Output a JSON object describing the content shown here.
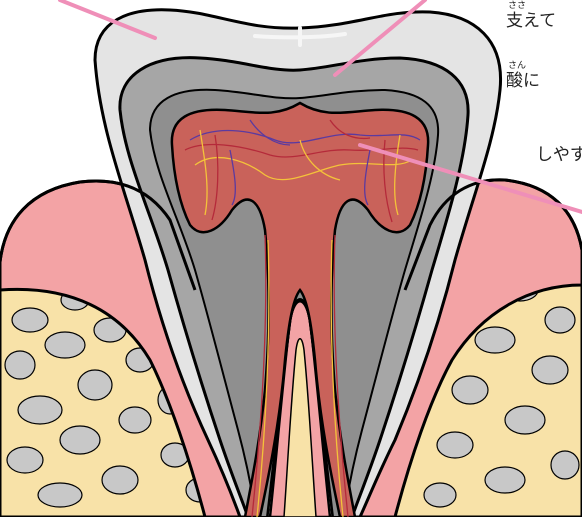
{
  "notes": [
    {
      "ruby": "ささ",
      "text": "支えて"
    },
    {
      "ruby": "さん",
      "text": "酸に"
    },
    {
      "ruby": "",
      "text": "しやす"
    }
  ],
  "colors": {
    "enamel": "#e4e4e4",
    "dentin": "#a6a6a6",
    "pulp": "#c9625a",
    "gum": "#f3a3a5",
    "bone": "#f8e2a8",
    "bone_pores": "#c8c8c8",
    "leader_line": "#ef8fb8",
    "vessel_red": "#b52a3a",
    "vessel_purple": "#5b3aa0",
    "nerve_yellow": "#f4c23a"
  },
  "icons": [
    "tooth-cross-section-illustration"
  ]
}
